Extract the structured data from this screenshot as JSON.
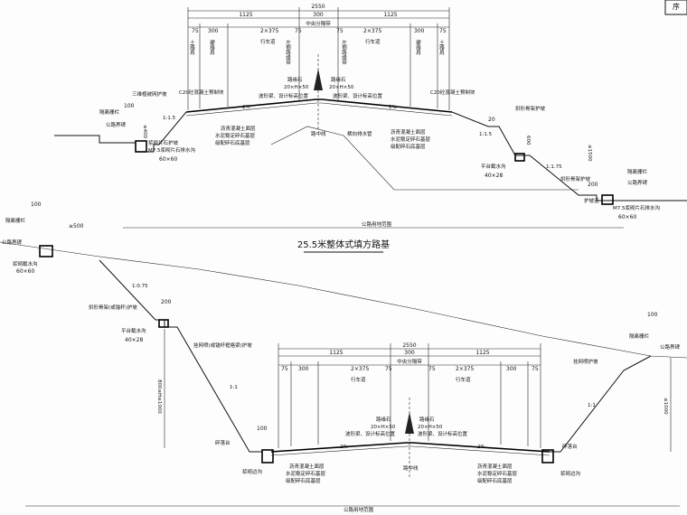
{
  "sheet_tag": "序",
  "top": {
    "total_width": "2550",
    "half_left": "1125",
    "median": "300",
    "half_right": "1125",
    "sub_left": [
      "75",
      "300",
      "2×375",
      "75"
    ],
    "sub_right": [
      "75",
      "2×375",
      "300",
      "75"
    ],
    "lane_l": "行车道",
    "lane_r": "行车道",
    "vlabels": [
      "土路肩",
      "硬路肩",
      "左侧路缘带",
      "中央分隔带",
      "左侧路缘带",
      "硬路肩",
      "土路肩"
    ],
    "median_label": "中央分隔带",
    "curb_l": "路缘石",
    "curb_l2": "20×H×50",
    "curb_r": "路缘石",
    "curb_r2": "20×H×50",
    "guard_note_l": "波形梁、设计标高位置",
    "guard_note_r": "波形梁、设计标高位置",
    "c20_l": "C20砼混凝土预制块",
    "c20_r": "C20砼混凝土预制块",
    "grass_l": "三维植被网护坡",
    "guard_left": "隔离栅栏",
    "ditch_side_l": "公路界碑",
    "dim_100": "100",
    "dim_l400": "≤400",
    "slope_l": "1:1.5",
    "ditch_l": "浆砌片石护坡",
    "ditch_l2": "M7.5浆砌片石排水沟",
    "ditch_l3": "60×60",
    "pct_l": "2%",
    "pct_r": "2%",
    "layer1": "沥青混凝土面层",
    "layer2": "水泥稳定碎石基层",
    "layer3": "级配碎石底基层",
    "layer4": "沥青混凝土面层",
    "layer5": "水泥稳定碎石基层",
    "layer6": "级配碎石底基层",
    "median_drain": "路中线",
    "crown": "横向排水管",
    "grass_r": "拱形骨架护坡",
    "dim_20": "20",
    "dim_600": "600",
    "dim_1500": "≤1500",
    "slope_r1": "1:1.5",
    "slope_r2": "1:1.75",
    "platform_r": "平台截水沟",
    "platform_r2": "40×28",
    "dim_200": "200",
    "protect_r": "护坡道",
    "guard_right": "隔离栅栏",
    "ditch_side_r": "公路界碑",
    "ditch_r2": "M7.5浆砌片石排水沟",
    "ditch_r3": "60×60",
    "land_line": "公路用地范围"
  },
  "title": "25.5米整体式填方路基",
  "bottom": {
    "dim_100": "100",
    "dim_500": "≥500",
    "guard_left": "隔离栅栏",
    "bench": "公路界碑",
    "ditch": "浆砌截水沟",
    "ditch2": "60×60",
    "slope1": "1:0.75",
    "slope2": "1:1",
    "dim_200": "200",
    "protect_l": "拱形骨架(或锚杆)护坡",
    "platform": "平台截水沟",
    "platform2": "40×28",
    "protect_l2": "挂网喷(或锚杆框格梁)护坡",
    "height": "800≤H≤1000",
    "dim_100b": "100",
    "side_l": "碎落台",
    "drain_l": "浆砌边沟",
    "total_width": "2550",
    "half_left": "1125",
    "median": "300",
    "half_right": "1125",
    "sub_left": [
      "75",
      "300",
      "2×375",
      "75"
    ],
    "sub_right": [
      "75",
      "2×375",
      "300",
      "75"
    ],
    "lane_l": "行车道",
    "lane_r": "行车道",
    "median_label": "中央分隔带",
    "curb_l": "路缘石",
    "curb_l2": "20×H×50",
    "curb_r": "路缘石",
    "curb_r2": "20×H×50",
    "guard_note_l": "波形梁、设计标高位置",
    "guard_note_r": "波形梁、设计标高位置",
    "pct_l": "2%",
    "pct_r": "2%",
    "layer1": "沥青混凝土面层",
    "layer2": "水泥稳定碎石基层",
    "layer3": "级配碎石底基层",
    "layer4": "沥青混凝土面层",
    "layer5": "水泥稳定碎石基层",
    "layer6": "级配碎石底基层",
    "center": "路中线",
    "side_r": "碎落台",
    "drain_r": "浆砌边沟",
    "protect_r": "挂网喷护坡",
    "slope_r": "1:1",
    "dim_1000": "≤1000",
    "dim_100r": "100",
    "guard_right": "隔离栅栏",
    "bench_r": "公路界碑",
    "land_line": "公路用地范围"
  }
}
